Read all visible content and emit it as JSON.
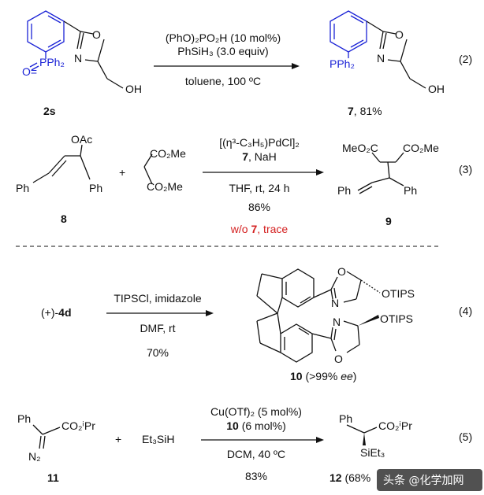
{
  "eq2": {
    "reagent_line1": "(PhO)₂PO₂H (10 mol%)",
    "reagent_line2": "PhSiH₃ (3.0 equiv)",
    "condition": "toluene, 100 ºC",
    "number": "(2)",
    "start_label": "2s",
    "start_group": "PPh₂",
    "oxide_o": "O=",
    "ring_n": "N",
    "ring_o": "O",
    "oh": "OH",
    "product_group": "PPh₂",
    "product_label": "7",
    "product_yield": ", 81%"
  },
  "eq3": {
    "catalyst": "[(η³-C₃H₅)PdCl]₂",
    "ligand_label": "7",
    "ligand_suffix": ", NaH",
    "condition": "THF, rt, 24 h",
    "yield": "86%",
    "control_prefix": "w/o ",
    "control_label": "7",
    "control_suffix": ", trace",
    "number": "(3)",
    "oac": "OAc",
    "ph": "Ph",
    "co2me": "CO₂Me",
    "meo2c": "MeO₂C",
    "plus": "+",
    "label_8": "8",
    "label_9": "9"
  },
  "eq4": {
    "start_prefix": "(+)-",
    "start_label": "4d",
    "reagent": "TIPSCl, imidazole",
    "condition": "DMF, rt",
    "yield": "70%",
    "number": "(4)",
    "ring_o": "O",
    "ring_n": "N",
    "otips": "OTIPS",
    "product_label": "10",
    "product_ee_prefix": " (>99% ",
    "product_ee_unit": "ee",
    "product_ee_suffix": ")"
  },
  "eq5": {
    "ph": "Ph",
    "ester": "CO₂ⁱPr",
    "n2": "N₂",
    "plus": "+",
    "silane": "Et₃SiH",
    "catalyst": "Cu(OTf)₂ (5 mol%)",
    "ligand_label": "10",
    "ligand_suffix": " (6 mol%)",
    "condition": "DCM, 40 ºC",
    "yield": "83%",
    "number": "(5)",
    "product_si": "SiEt₃",
    "label_11": "11",
    "product_label": "12",
    "product_ee_visible": " (68% ",
    "watermark": "头条 @化学加网"
  },
  "colors": {
    "ligand_blue": "#1a22d6",
    "control_red": "#d42020",
    "watermark_bg": "#2b2b2b"
  }
}
